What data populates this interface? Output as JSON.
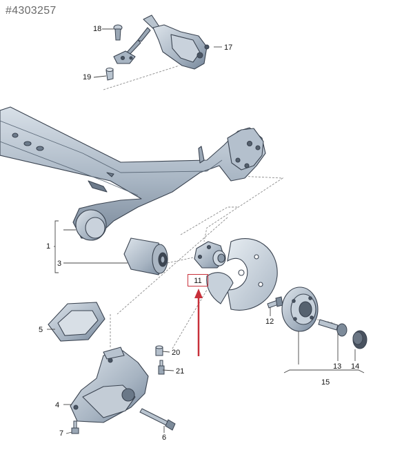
{
  "diagram": {
    "reference": "#4303257",
    "labels": {
      "p1": "1",
      "p3": "3",
      "p4": "4",
      "p5": "5",
      "p6": "6",
      "p7": "7",
      "p11": "11",
      "p12": "12",
      "p13": "13",
      "p14": "14",
      "p15": "15",
      "p17": "17",
      "p18": "18",
      "p19": "19",
      "p20": "20",
      "p21": "21"
    },
    "colors": {
      "part_fill": "#a9b6c4",
      "part_light": "#d3dbe4",
      "part_dark": "#6f7f90",
      "outline": "#3a4350",
      "leader": "#444444",
      "dash": "#8a8a8a",
      "highlight": "#c8303a"
    }
  }
}
